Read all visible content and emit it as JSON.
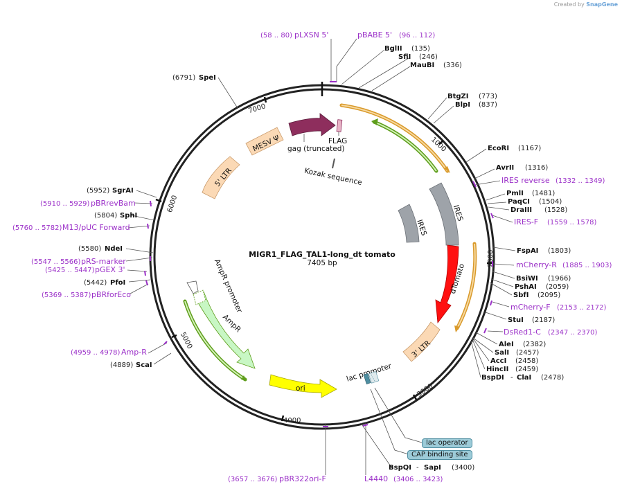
{
  "credit": {
    "prefix": "Created by",
    "brand": "SnapGene"
  },
  "plasmid": {
    "name": "MIGR1_FLAG_TAL1-long_dt tomato",
    "length": "7405 bp"
  },
  "ticks": [
    "1000",
    "2000",
    "3000",
    "4000",
    "5000",
    "6000",
    "7000"
  ],
  "enzymes": {
    "BglII": {
      "name": "BglII",
      "pos": "(135)"
    },
    "SfiI": {
      "name": "SfiI",
      "pos": "(246)"
    },
    "MauBI": {
      "name": "MauBI",
      "pos": "(336)"
    },
    "BtgZI": {
      "name": "BtgZI",
      "pos": "(773)"
    },
    "BlpI": {
      "name": "BlpI",
      "pos": "(837)"
    },
    "EcoRI": {
      "name": "EcoRI",
      "pos": "(1167)"
    },
    "AvrII": {
      "name": "AvrII",
      "pos": "(1316)"
    },
    "PmlI": {
      "name": "PmlI",
      "pos": "(1481)"
    },
    "PaqCI": {
      "name": "PaqCI",
      "pos": "(1504)"
    },
    "DraIII": {
      "name": "DraIII",
      "pos": "(1528)"
    },
    "FspAI": {
      "name": "FspAI",
      "pos": "(1803)"
    },
    "BsiWI": {
      "name": "BsiWI",
      "pos": "(1966)"
    },
    "PshAI": {
      "name": "PshAI",
      "pos": "(2059)"
    },
    "SbfI": {
      "name": "SbfI",
      "pos": "(2095)"
    },
    "StuI": {
      "name": "StuI",
      "pos": "(2187)"
    },
    "AleI": {
      "name": "AleI",
      "pos": "(2382)"
    },
    "SalI": {
      "name": "SalI",
      "pos": "(2457)"
    },
    "AccI": {
      "name": "AccI",
      "pos": "(2458)"
    },
    "HincII": {
      "name": "HincII",
      "pos": "(2459)"
    },
    "BspDI": {
      "name": "BspDI",
      "sep": "-",
      "name2": "ClaI",
      "pos": "(2478)"
    },
    "BspQI": {
      "name": "BspQI",
      "sep": "-",
      "name2": "SapI",
      "pos": "(3400)"
    },
    "ScaI": {
      "name": "ScaI",
      "pos": "(4889)"
    },
    "PfoI": {
      "name": "PfoI",
      "pos": "(5442)"
    },
    "NdeI": {
      "name": "NdeI",
      "pos": "(5580)"
    },
    "SphI": {
      "name": "SphI",
      "pos": "(5804)"
    },
    "SgrAI": {
      "name": "SgrAI",
      "pos": "(5952)"
    },
    "SpeI": {
      "name": "SpeI",
      "pos": "(6791)"
    }
  },
  "primers": {
    "pLXSN": {
      "name": "pLXSN 5'",
      "range": "(58 .. 80)"
    },
    "pBABE": {
      "name": "pBABE 5'",
      "range": "(96 .. 112)"
    },
    "IRESrev": {
      "name": "IRES reverse",
      "range": "(1332 .. 1349)"
    },
    "IRESF": {
      "name": "IRES-F",
      "range": "(1559 .. 1578)"
    },
    "mCherryR": {
      "name": "mCherry-R",
      "range": "(1885 .. 1903)"
    },
    "mCherryF": {
      "name": "mCherry-F",
      "range": "(2153 .. 2172)"
    },
    "DsRed1C": {
      "name": "DsRed1-C",
      "range": "(2347 .. 2370)"
    },
    "L4440": {
      "name": "L4440",
      "range": "(3406 .. 3423)"
    },
    "pBR322ori": {
      "name": "pBR322ori-F",
      "range": "(3657 .. 3676)"
    },
    "AmpR": {
      "name": "Amp-R",
      "range": "(4959 .. 4978)"
    },
    "pBRforEco": {
      "name": "pBRforEco",
      "range": "(5369 .. 5387)"
    },
    "pGEX": {
      "name": "pGEX 3'",
      "range": "(5425 .. 5447)"
    },
    "pRS": {
      "name": "pRS-marker",
      "range": "(5547 .. 5566)"
    },
    "M13": {
      "name": "M13/pUC Forward",
      "range": "(5760 .. 5782)"
    },
    "pBRrevBam": {
      "name": "pBRrevBam",
      "range": "(5910 .. 5929)"
    }
  },
  "features": {
    "FLAG": "FLAG",
    "gag": "gag (truncated)",
    "kozak": "Kozak sequence",
    "MESV": "MESV Ψ",
    "LTR5": "5' LTR",
    "IRES_outer": "IRES",
    "IRES_inner": "IRES",
    "dTomato": "dTomato",
    "LTR3": "3' LTR",
    "lacPromoter": "lac promoter",
    "ori": "ori",
    "AmpR": "AmpR",
    "AmpRpromoter": "AmpR promoter",
    "lacOperator": "lac operator",
    "CAP": "CAP binding site"
  },
  "colors": {
    "backbone": "#222222",
    "primer": "#9b30c8",
    "LTR": "#fbd9b5",
    "gag": "#8e2e5d",
    "IRES": "#9ea3a9",
    "dTomato": "#ff0000",
    "ori": "#ffff00",
    "AmpR": "#c8f7c4",
    "orangeArc": "#d99a2b",
    "greenArc": "#5f9e1d",
    "lacBox": "#9ccbd8"
  }
}
